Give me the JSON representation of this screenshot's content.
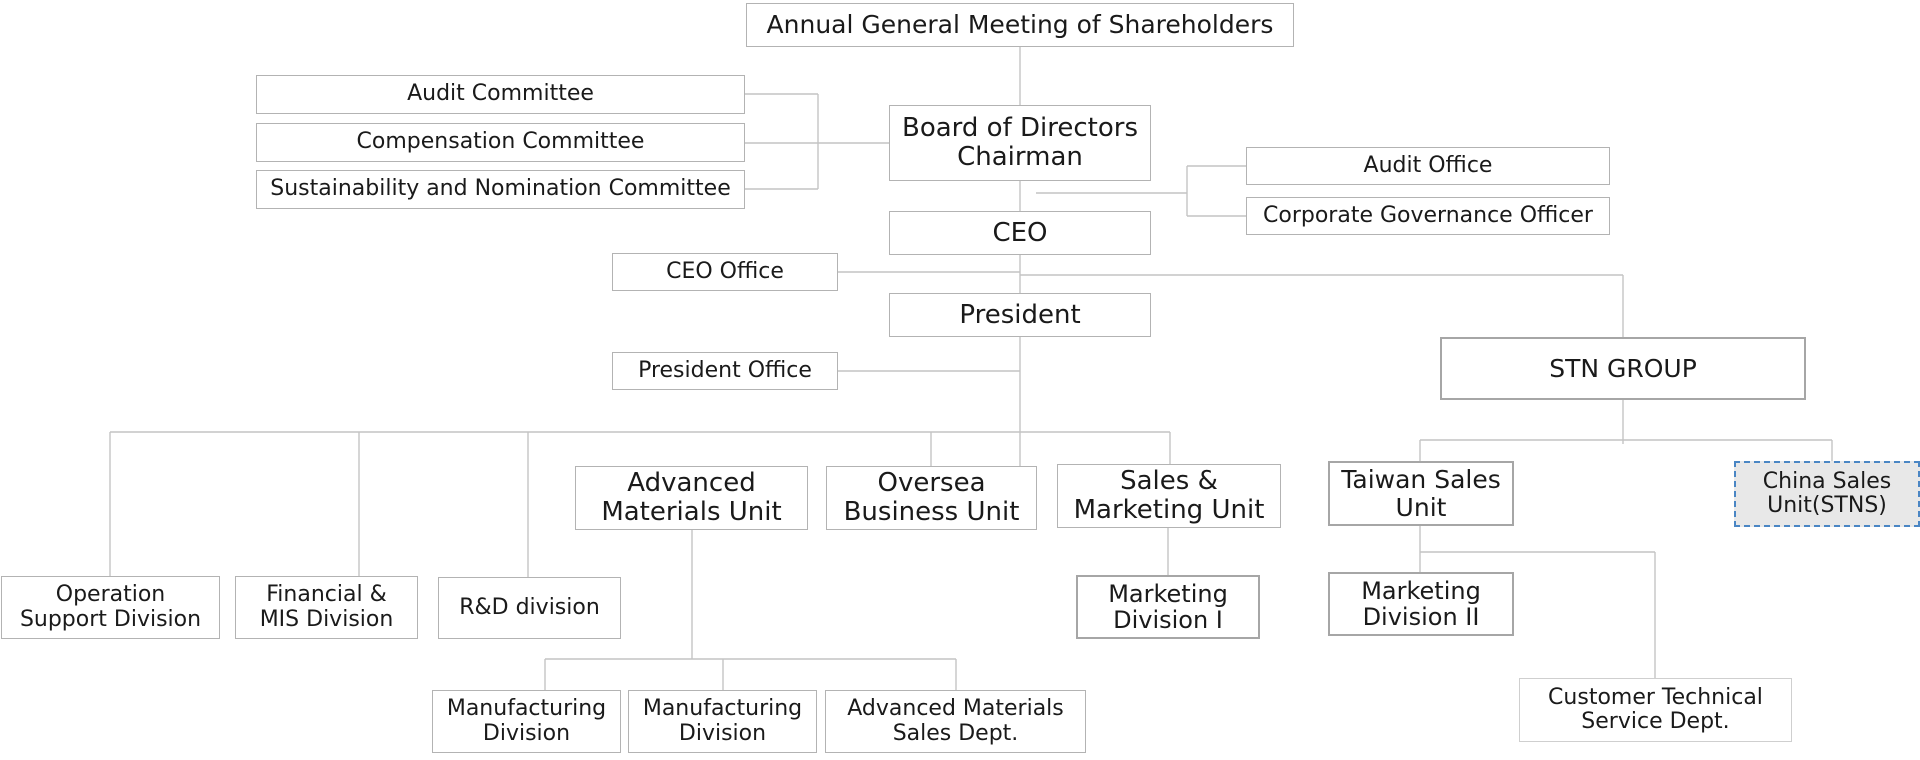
{
  "org_chart": {
    "nodes": {
      "agm": "Annual General Meeting of Shareholders",
      "board": "Board of Directors\nChairman",
      "audit_committee": "Audit Committee",
      "compensation_committee": "Compensation Committee",
      "sustainability_committee": "Sustainability and Nomination Committee",
      "audit_office": "Audit Office",
      "corporate_governance": "Corporate Governance Officer",
      "ceo": "CEO",
      "ceo_office": "CEO Office",
      "president": "President",
      "president_office": "President Office",
      "stn_group": "STN GROUP",
      "operation_support": "Operation\nSupport Division",
      "financial_mis": "Financial &\nMIS Division",
      "rd": "R&D division",
      "advanced_materials": "Advanced\nMaterials Unit",
      "oversea": "Oversea\nBusiness Unit",
      "sales_marketing": "Sales &\nMarketing Unit",
      "marketing_1": "Marketing\nDivision I",
      "taiwan_sales": "Taiwan Sales\nUnit",
      "marketing_2": "Marketing\nDivision II",
      "china_sales": "China Sales\nUnit(STNS)",
      "customer_tech": "Customer Technical\nService Dept.",
      "manufacturing_1": "Manufacturing\nDivision",
      "manufacturing_2": "Manufacturing\nDivision",
      "am_sales": "Advanced Materials\nSales Dept."
    }
  }
}
